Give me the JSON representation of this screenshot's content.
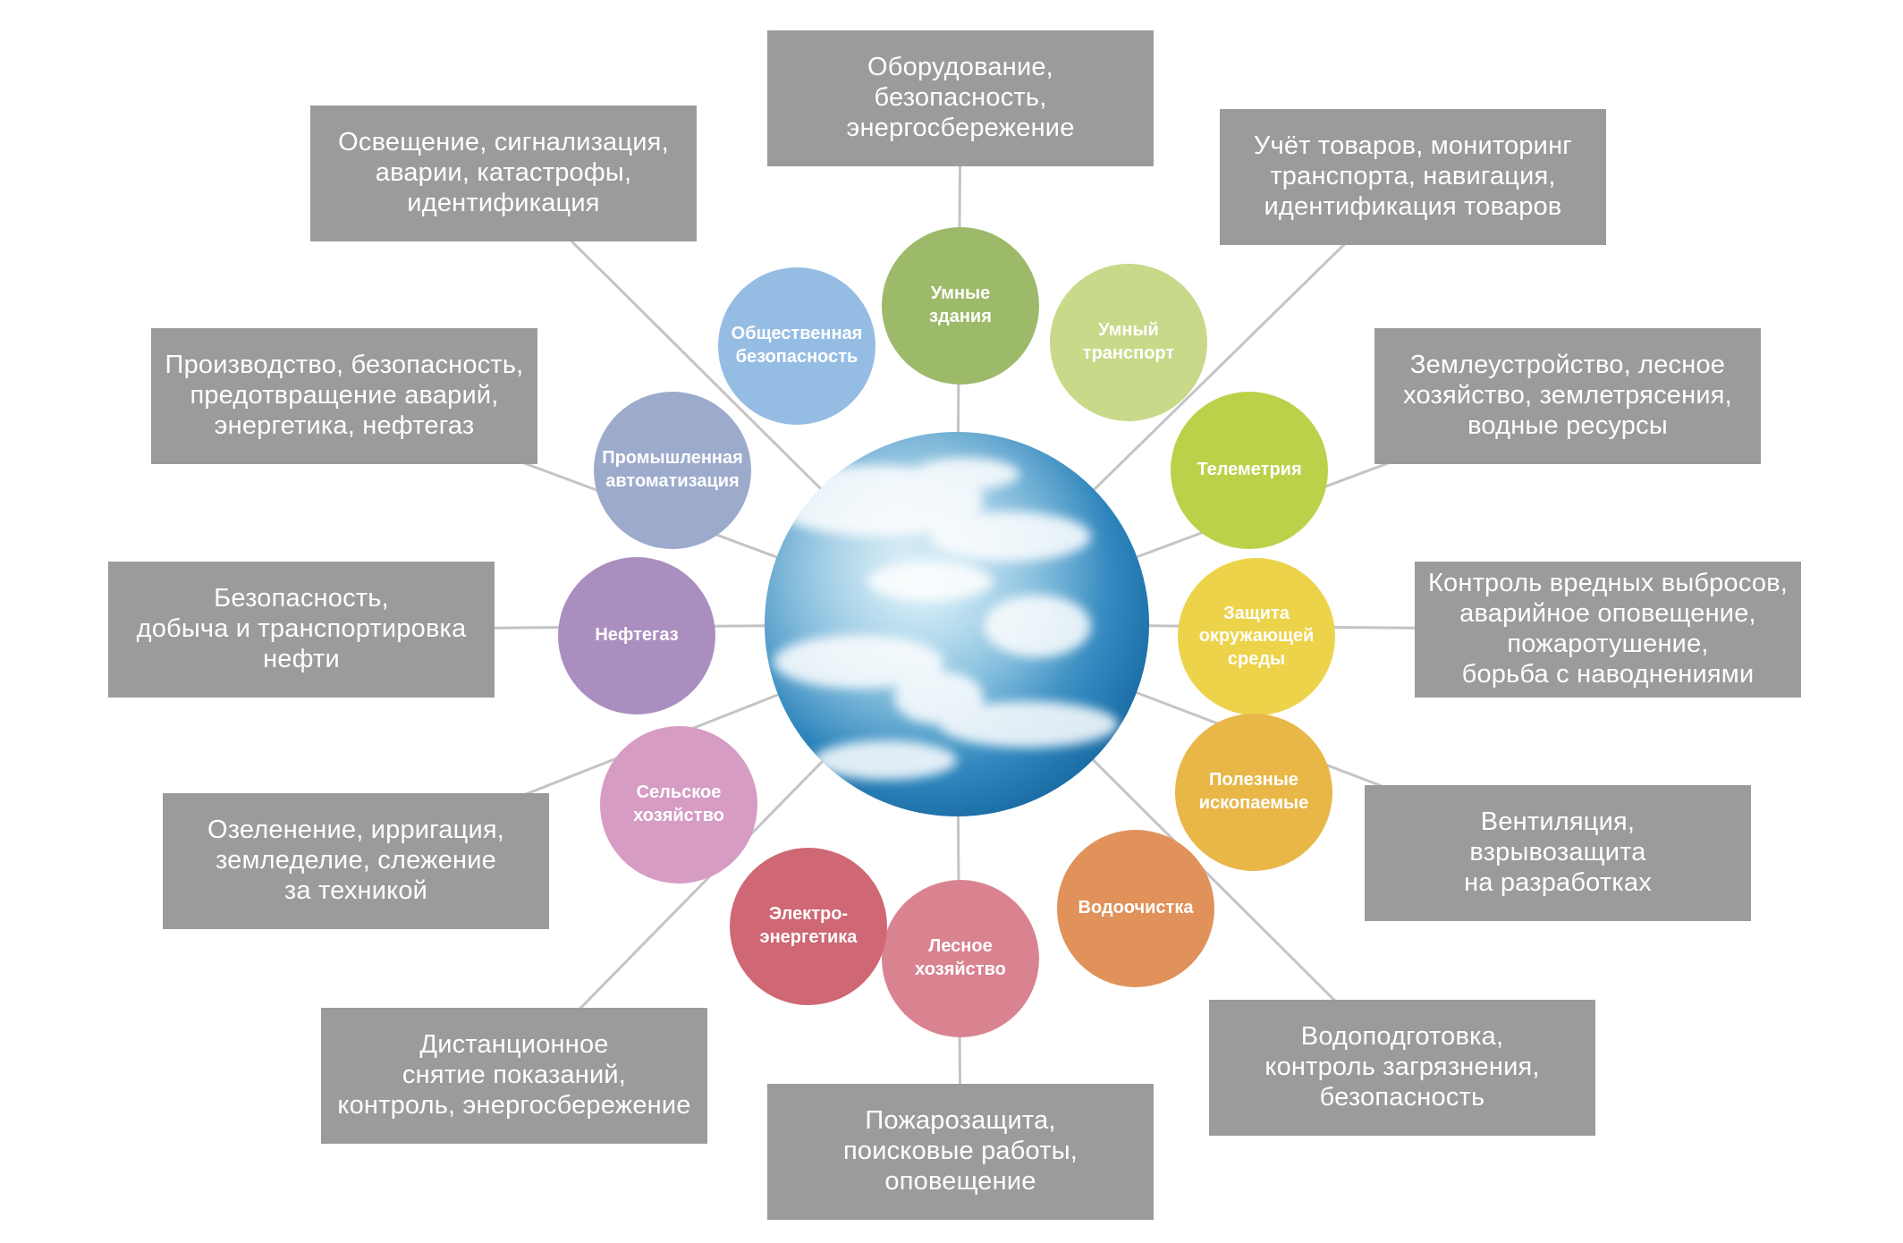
{
  "center": {
    "icon": "globe-icon"
  },
  "nodes": [
    {
      "id": "buildings",
      "label": "Умные\nздания",
      "color": "#9dba6a",
      "description": "Оборудование,\nбезопасность,\nэнергосбережение"
    },
    {
      "id": "transport",
      "label": "Умный\nтранспорт",
      "color": "#c8d98a",
      "description": "Учёт товаров, мониторинг\nтранспорта, навигация,\nидентификация товаров"
    },
    {
      "id": "telemetry",
      "label": "Телеметрия",
      "color": "#bcd14a",
      "description": "Землеустройство, лесное\nхозяйство, землетрясения,\nводные ресурсы"
    },
    {
      "id": "environment",
      "label": "Защита\nокружающей\nсреды",
      "color": "#ecd34a",
      "description": "Контроль вредных выбросов,\nаварийное оповещение,\nпожаротушение,\nборьба с наводнениями"
    },
    {
      "id": "minerals",
      "label": "Полезные\nископаемые",
      "color": "#e8b748",
      "description": "Вентиляция,\nвзрывозащита\nна разработках"
    },
    {
      "id": "water",
      "label": "Водоочистка",
      "color": "#e0925a",
      "description": "Водоподготовка,\nконтроль загрязнения,\nбезопасность"
    },
    {
      "id": "forestry",
      "label": "Лесное\nхозяйство",
      "color": "#d98391",
      "description": "Пожарозащита,\nпоисковые работы,\nоповещение"
    },
    {
      "id": "power",
      "label": "Электро-\nэнергетика",
      "color": "#cf6774",
      "description": "Дистанционное\nснятие показаний,\nконтроль, энергосбережение"
    },
    {
      "id": "agriculture",
      "label": "Сельское\nхозяйство",
      "color": "#d69cc4",
      "description": "Озеленение, ирригация,\nземледелие, слежение\nза техникой"
    },
    {
      "id": "oilgas",
      "label": "Нефтегаз",
      "color": "#ab8ec0",
      "description": "Безопасность,\nдобыча и транспортировка\nнефти"
    },
    {
      "id": "automation",
      "label": "Промышленная\nавтоматизация",
      "color": "#9caacc",
      "description": "Производство, безопасность,\nпредотвращение аварий,\nэнергетика, нефтегаз"
    },
    {
      "id": "security",
      "label": "Общественная\nбезопасность",
      "color": "#95bde4",
      "description": "Освещение, сигнализация,\nаварии, катастрофы,\nидентификация"
    }
  ]
}
